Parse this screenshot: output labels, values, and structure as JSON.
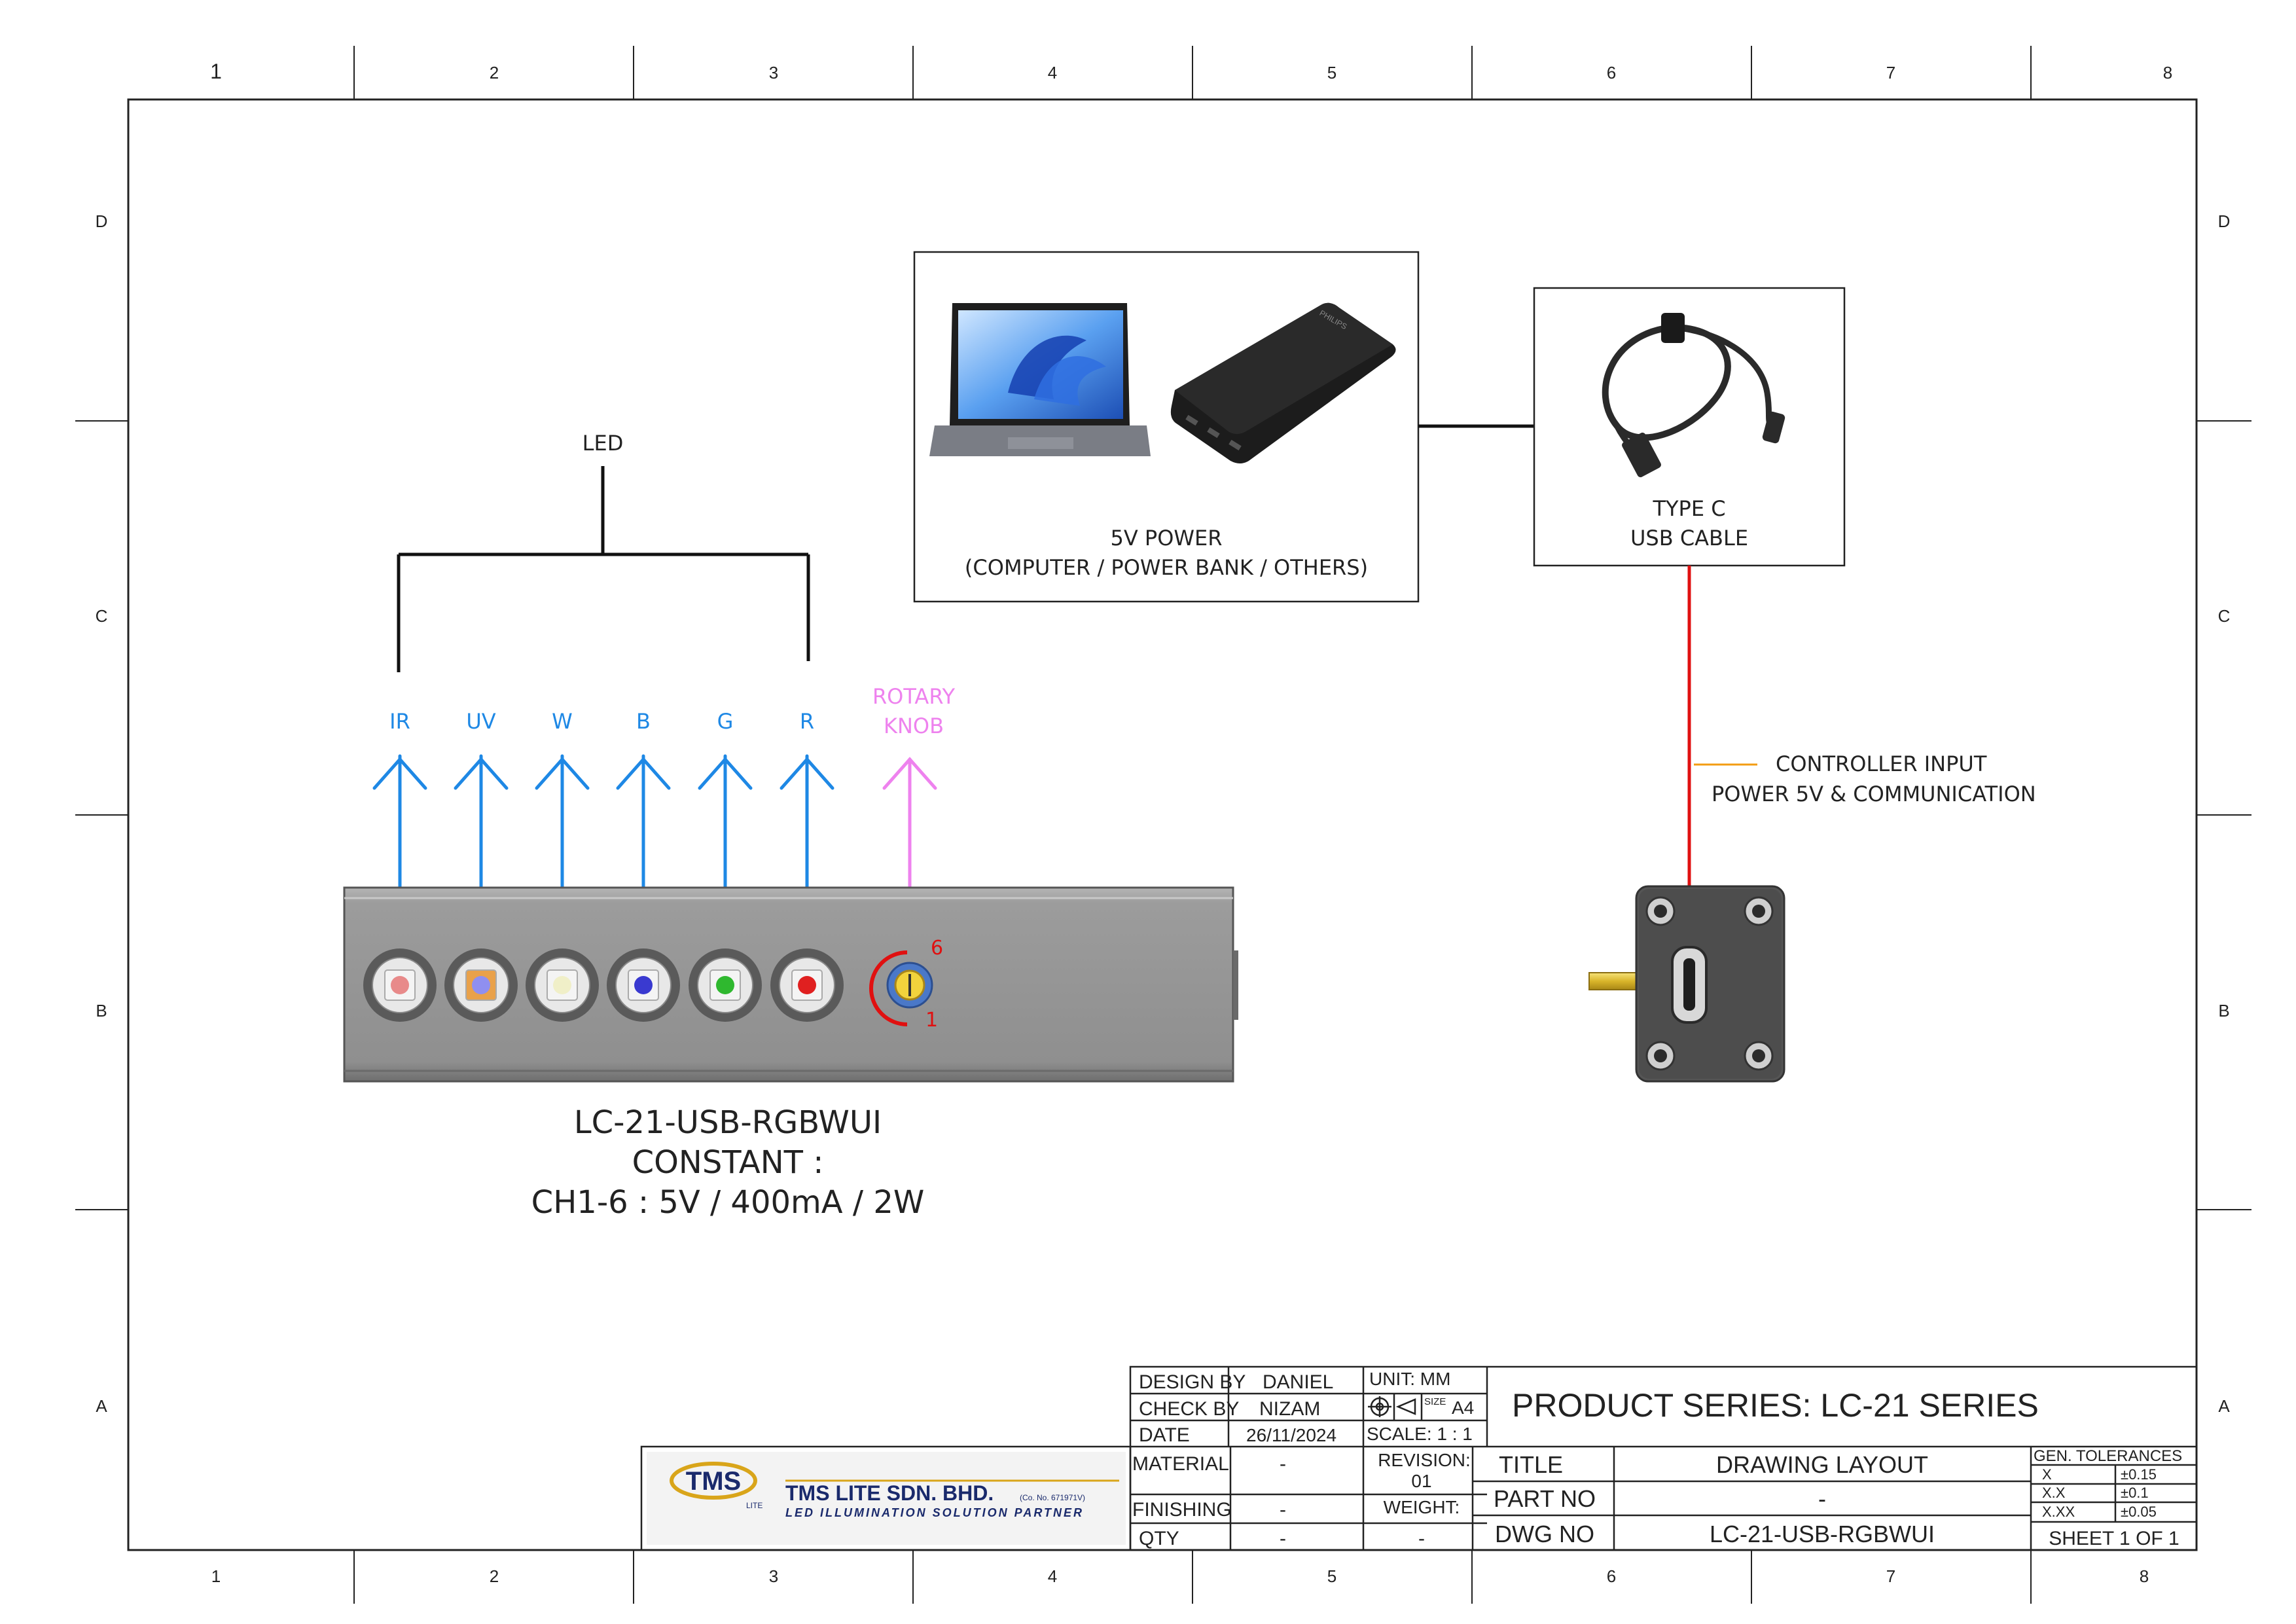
{
  "border": {
    "cols": [
      "1",
      "2",
      "3",
      "4",
      "5",
      "6",
      "7",
      "8"
    ],
    "rows": [
      "D",
      "C",
      "B",
      "A"
    ]
  },
  "power": {
    "line1": "5V POWER",
    "line2": "(COMPUTER / POWER BANK / OTHERS)",
    "bank_brand": "PHILIPS"
  },
  "cable": {
    "line1": "TYPE C",
    "line2": "USB CABLE"
  },
  "led_group_label": "LED",
  "channels": [
    "IR",
    "UV",
    "W",
    "B",
    "G",
    "R"
  ],
  "rotary": {
    "line1": "ROTARY",
    "line2": "KNOB",
    "mark_max": "6",
    "mark_min": "1"
  },
  "controller_input": {
    "line1": "CONTROLLER INPUT",
    "line2": "POWER 5V & COMMUNICATION"
  },
  "product": {
    "model": "LC-21-USB-RGBWUI",
    "constant": "CONSTANT :",
    "rating": "CH1-6 : 5V / 400mA / 2W"
  },
  "title_block": {
    "design_by_label": "DESIGN BY",
    "design_by": "DANIEL",
    "check_by_label": "CHECK BY",
    "check_by": "NIZAM",
    "date_label": "DATE",
    "date": "26/11/2024",
    "unit": "UNIT:  MM",
    "size_label": "SIZE",
    "size": "A4",
    "scale": "SCALE: 1 : 1",
    "material_label": "MATERIAL",
    "material": "-",
    "finishing_label": "FINISHING",
    "finishing": "-",
    "qty_label": "QTY",
    "qty": "-",
    "revision_label": "REVISION:",
    "revision": "01",
    "weight_label": "WEIGHT:",
    "weight": "-",
    "series": "PRODUCT SERIES:  LC-21 SERIES",
    "title_label": "TITLE",
    "title": "DRAWING LAYOUT",
    "part_no_label": "PART NO",
    "part_no": "-",
    "dwg_no_label": "DWG NO",
    "dwg_no": "LC-21-USB-RGBWUI",
    "tol_header": "GEN. TOLERANCES",
    "tol_x": "X",
    "tol_x_val": "±0.15",
    "tol_xx": "X.X",
    "tol_xx_val": "±0.1",
    "tol_xxx": "X.XX",
    "tol_xxx_val": "±0.05",
    "sheet": "SHEET 1 OF 1"
  },
  "company": {
    "logo": "TMS",
    "logo_sub": "LITE",
    "name": "TMS LITE SDN. BHD.",
    "reg": "(Co. No. 671971V)",
    "tagline": "LED ILLUMINATION SOLUTION PARTNER"
  },
  "colors": {
    "blue": "#1e88e5",
    "pink": "#ee82ee",
    "red": "#e01010",
    "orange": "#f39c12",
    "housing": "#9a9a9a"
  }
}
